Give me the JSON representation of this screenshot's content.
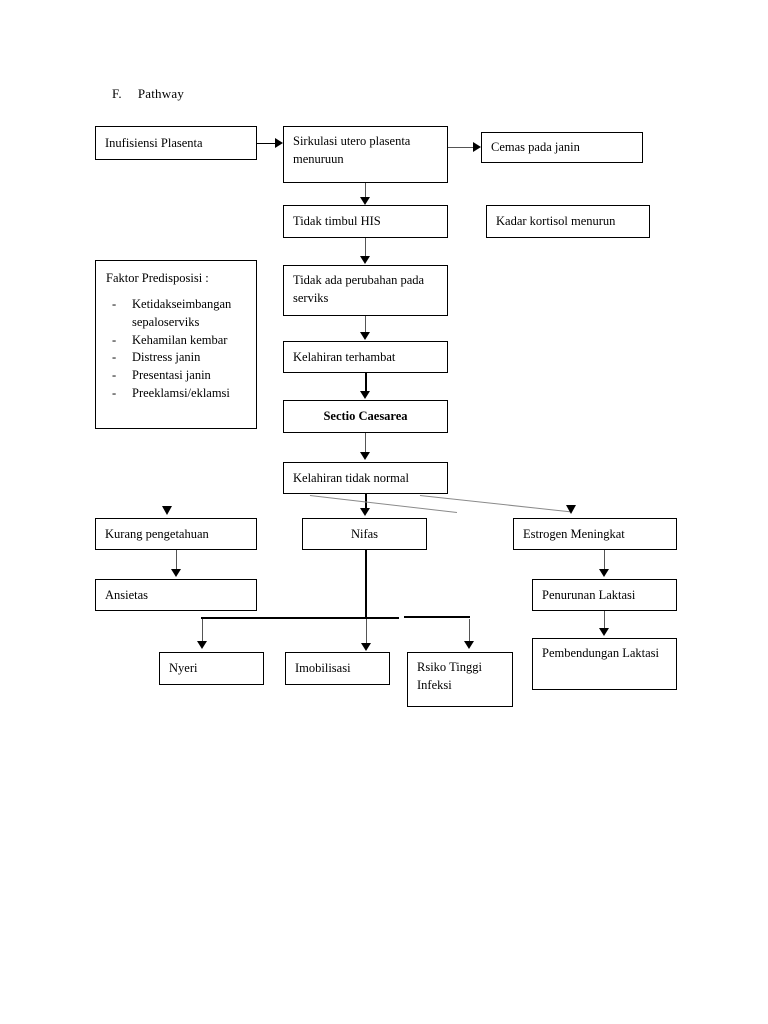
{
  "document": {
    "title_letter": "F.",
    "title": "Pathway"
  },
  "nodes": {
    "inufisiensi_plasenta": "Inufisiensi Plasenta",
    "sirkulasi_utero": "Sirkulasi utero plasenta menuruun",
    "cemas_pada_janin": "Cemas pada janin",
    "tidak_timbul_his": "Tidak timbul HIS",
    "kadar_kortisol": "Kadar kortisol menurun",
    "tidak_ada_perubahan": "Tidak ada perubahan pada serviks",
    "kelahiran_terhambat": "Kelahiran terhambat",
    "sectio_caesarea": "Sectio Caesarea",
    "kelahiran_tidak_normal": "Kelahiran tidak normal",
    "kurang_pengetahuan": "Kurang pengetahuan",
    "nifas": "Nifas",
    "estrogen_meningkat": "Estrogen Meningkat",
    "ansietas": "Ansietas",
    "penurunan_laktasi": "Penurunan Laktasi",
    "nyeri": "Nyeri",
    "imobilisasi": "Imobilisasi",
    "risiko_tinggi_infeksi": "Rsiko Tinggi Infeksi",
    "pembendungan_laktasi": "Pembendungan Laktasi"
  },
  "faktor_predisposisi": {
    "title": "Faktor Predisposisi :",
    "items": [
      "Ketidakseimbangan sepaloserviks",
      "Kehamilan kembar",
      "Distress janin",
      "Presentasi janin",
      "Preeklamsi/eklamsi"
    ]
  },
  "colors": {
    "background": "#ffffff",
    "text": "#000000",
    "box_border": "#000000",
    "connector": "#555555",
    "connector_light": "#8a8a8a"
  }
}
